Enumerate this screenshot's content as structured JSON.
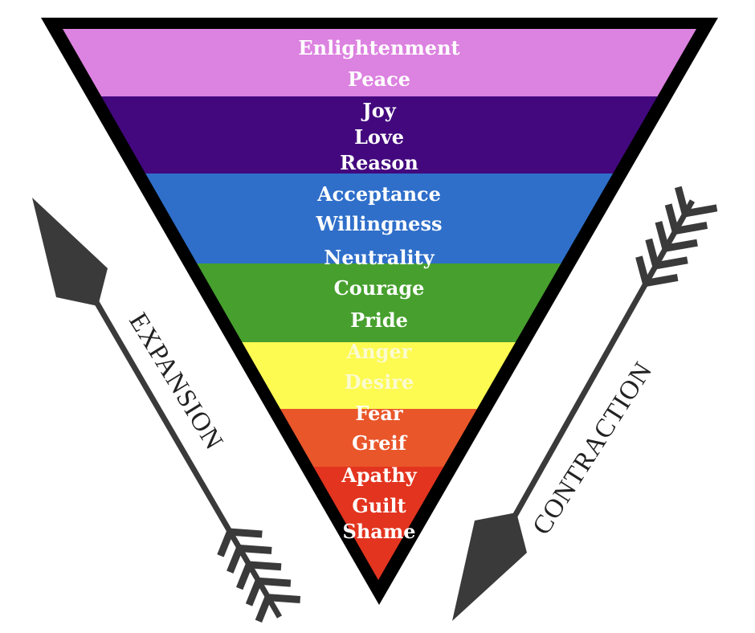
{
  "diagram": {
    "title": "Levels of Consciousness",
    "outline_color": "#000000",
    "arrow_color": "#3a3a3a",
    "bands": [
      {
        "name": "pink",
        "color": "#dc82e0",
        "labels": [
          "Enlightenment",
          "Peace"
        ]
      },
      {
        "name": "purple",
        "color": "#43087e",
        "labels": [
          "Joy",
          "Love",
          "Reason"
        ]
      },
      {
        "name": "blue",
        "color": "#2f6fca",
        "labels": [
          "Acceptance",
          "Willingness",
          "Neutrality"
        ]
      },
      {
        "name": "green",
        "color": "#47a02e",
        "labels": [
          "Courage",
          "Pride"
        ]
      },
      {
        "name": "yellow",
        "color": "#fdfa52",
        "labels": [
          "Anger",
          "Desire"
        ]
      },
      {
        "name": "orange",
        "color": "#e9562a",
        "labels": [
          "Fear",
          "Greif"
        ]
      },
      {
        "name": "red",
        "color": "#e3341f",
        "labels": [
          "Apathy",
          "Guilt",
          "Shame"
        ]
      }
    ],
    "arrows": {
      "left": {
        "label": "EXPANSION",
        "direction": "up"
      },
      "right": {
        "label": "CONTRACTION",
        "direction": "down"
      }
    }
  }
}
